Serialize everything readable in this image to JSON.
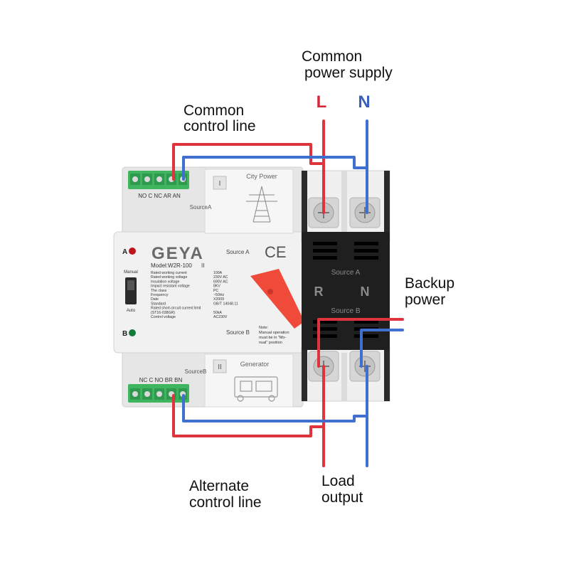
{
  "callouts": {
    "common_power_l1": "Common",
    "common_power_l2": "power supply",
    "common_control_l1": "Common",
    "common_control_l2": "control line",
    "backup_l1": "Backup",
    "backup_l2": "power",
    "alternate_l1": "Alternate",
    "alternate_l2": "control line",
    "load_l1": "Load",
    "load_l2": "output"
  },
  "wire_labels": {
    "live": "L",
    "neutral": "N"
  },
  "device": {
    "brand": "GEYA",
    "model": "Model:W2R-100",
    "model_suffix": "II",
    "ce_mark": "CE",
    "indicator_a": "A",
    "indicator_b": "B",
    "terminals_top": "NO C NC AR AN",
    "terminals_bottom": "NC C NO BR BN",
    "source_a_small": "SourceA",
    "source_b_small": "SourceB",
    "roman_one": "I",
    "roman_two": "II",
    "city_power": "City Power",
    "generator": "Generator",
    "source_a_front": "Source A",
    "source_b_front": "Source B",
    "switch_manual": "Manual",
    "switch_auto": "Auto",
    "note_l1": "Note:",
    "note_l2": "Manual operation",
    "note_l3": "must be in \"Mo-",
    "note_l4": "nual\" position",
    "block_source_a": "Source A",
    "block_source_b": "Source B",
    "block_r": "R",
    "block_n": "N",
    "specs": [
      {
        "label": "Rated working current",
        "value": "100A"
      },
      {
        "label": "Rated working voltage",
        "value": "230V AC"
      },
      {
        "label": "Insulation voltage",
        "value": "690V AC"
      },
      {
        "label": "Impact resistant voltage",
        "value": "8KV"
      },
      {
        "label": "The class",
        "value": "PC"
      },
      {
        "label": "Frequency",
        "value": "~50Hz"
      },
      {
        "label": "Date",
        "value": "X2009"
      },
      {
        "label": "Standard",
        "value": "GB/T 14048.11"
      },
      {
        "label": "Rated short-circuit current limit",
        "value": ""
      },
      {
        "label": "(ST16-038GR)",
        "value": "50kA"
      },
      {
        "label": "Control voltage",
        "value": "AC230V"
      }
    ]
  },
  "colors": {
    "live_wire": "#e0343c",
    "neutral_wire": "#3f6fcf",
    "live_label": "#d4283a",
    "neutral_label": "#3a5fbf",
    "terminal_green": "#3fb560",
    "handle_red": "#f04a3a",
    "device_body": "#ececec",
    "block_dark": "#1f1f1f"
  }
}
